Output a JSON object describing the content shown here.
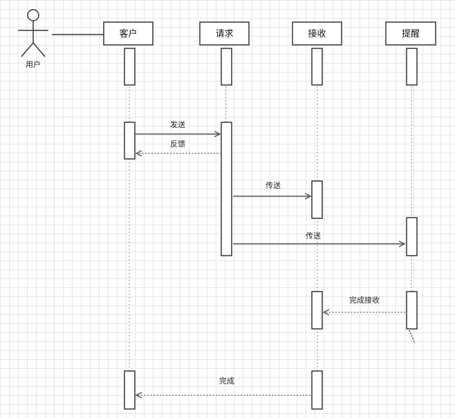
{
  "actor": {
    "label": "用户",
    "icon": "stick-figure-icon"
  },
  "participants": [
    {
      "id": "kehu",
      "label": "客户"
    },
    {
      "id": "qingqiu",
      "label": "请求"
    },
    {
      "id": "jieshou",
      "label": "接收"
    },
    {
      "id": "tixing",
      "label": "提醒"
    }
  ],
  "messages": [
    {
      "id": "send",
      "label": "发送",
      "from": "kehu",
      "to": "qingqiu",
      "style": "solid"
    },
    {
      "id": "feedback",
      "label": "反馈",
      "from": "qingqiu",
      "to": "kehu",
      "style": "dashed"
    },
    {
      "id": "pass1",
      "label": "传送",
      "from": "qingqiu",
      "to": "jieshou",
      "style": "solid"
    },
    {
      "id": "pass2",
      "label": "传送",
      "from": "qingqiu",
      "to": "tixing",
      "style": "solid"
    },
    {
      "id": "done-receive",
      "label": "完成接收",
      "from": "tixing",
      "to": "jieshou",
      "style": "dashed"
    },
    {
      "id": "done",
      "label": "完成",
      "from": "jieshou",
      "to": "kehu",
      "style": "dashed"
    }
  ],
  "colors": {
    "line": "#333333",
    "grid": "#e6e6e6"
  }
}
